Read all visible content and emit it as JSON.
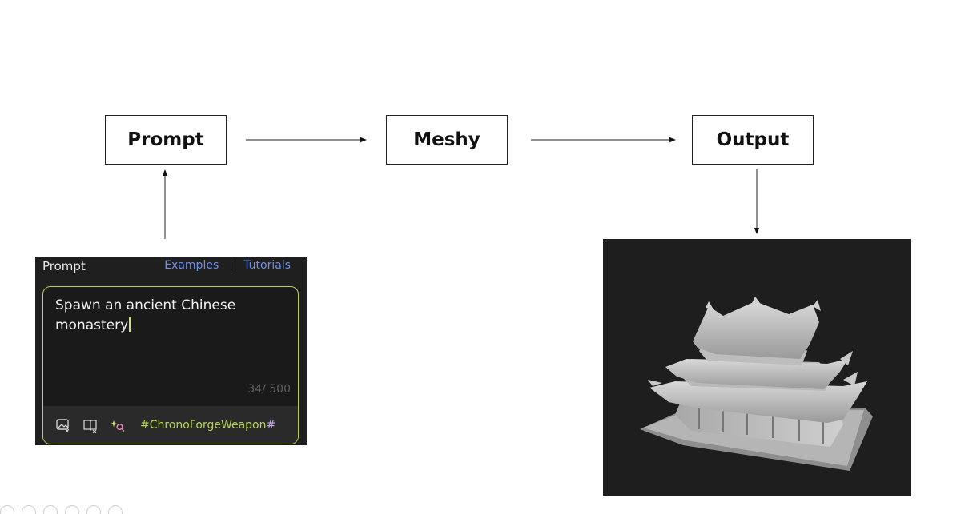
{
  "flow": {
    "prompt_label": "Prompt",
    "meshy_label": "Meshy",
    "output_label": "Output"
  },
  "prompt_panel": {
    "title": "Prompt",
    "examples_link": "Examples",
    "tutorials_link": "Tutorials",
    "input_text": "Spawn an ancient Chinese monastery",
    "char_count": "34/ 500",
    "hashtag_main": "#ChronoForgeWeapon",
    "hashtag_tail": "#",
    "icons": [
      "image-prompt-icon",
      "book-icon",
      "sparkle-search-icon"
    ]
  },
  "output": {
    "image_alt": "3D model render of ancient Chinese monastery"
  },
  "colors": {
    "accent_green": "#b9cf5c",
    "link_blue": "#6f8fe6",
    "panel_bg": "#1f1f1f",
    "render_bg": "#1e1e1e"
  }
}
